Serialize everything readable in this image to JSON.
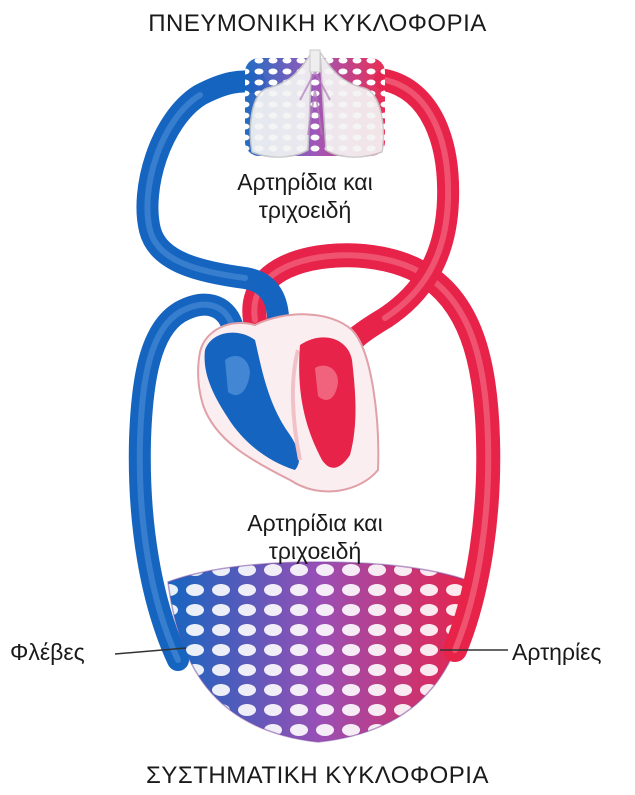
{
  "titles": {
    "top": "ΠΝΕΥΜΟΝΙΚΗ ΚΥΚΛΟΦΟΡΙΑ",
    "bottom": "ΣΥΣΤΗΜΑΤΙΚΗ ΚΥΚΛΟΦΟΡΙΑ"
  },
  "regions": {
    "lungs": {
      "line1": "Αρτηρίδια και",
      "line2": "τριχοειδή"
    },
    "body": {
      "line1": "Αρτηρίδια και",
      "line2": "τριχοειδή"
    }
  },
  "labels": {
    "veins": "Φλέβες",
    "arteries": "Αρτηρίες"
  },
  "colors": {
    "deoxygenated": "#1565c0",
    "oxygenated": "#e8234a",
    "mixed": "#9a4fb5",
    "outline": "#c9c9c9",
    "lung_fill": "#f4f4f4",
    "heart_outline": "#e0a0a8"
  }
}
